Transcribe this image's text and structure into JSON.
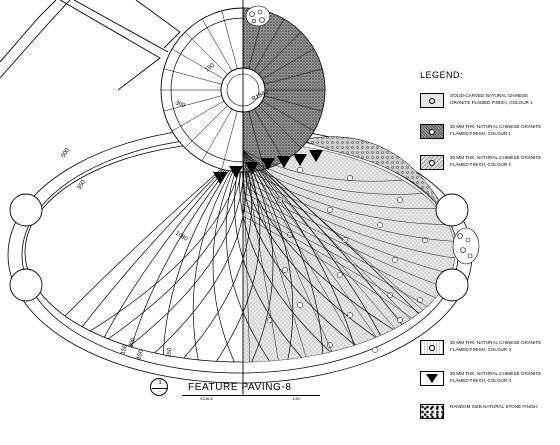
{
  "title": {
    "ref_number": "1",
    "ref_sub": "-",
    "text": "FEATURE PAVING-8",
    "scale_label": "SCALE",
    "scale_value": "1:50"
  },
  "legend": {
    "heading": "LEGEND:",
    "items": [
      {
        "text": "SOLID-CARVED NATURAL CHINESE GRANITE FLAMED FINISH, COLOUR 1",
        "pattern": "dot"
      },
      {
        "text": "30 MM THK. NATURAL CHINESE GRANITE FLAMED FINISH, COLOUR 1",
        "pattern": "dark"
      },
      {
        "text": "30 MM THK. NATURAL CHINESE GRANITE FLAMED FINISH, COLOUR 2",
        "pattern": "mid"
      },
      {
        "text": "30 MM THK. NATURAL CHINESE GRANITE FLAMED FINISH, COLOUR 3",
        "pattern": "light"
      },
      {
        "text": "30 MM THK. NATURAL CHINESE GRANITE FLAMED FINISH, COLOUR 4",
        "pattern": "chevron"
      },
      {
        "text": "RANDOM SIZE NATURAL STONE FINISH",
        "pattern": "stone"
      }
    ]
  },
  "dimensions": {
    "radius_outer": "R1840",
    "d_left_1": "500",
    "d_left_2": "350",
    "d_center": "1080",
    "d_bottom_1": "150",
    "d_bottom_2": "300",
    "d_bottom_3": "150",
    "d_bottom_4": "150",
    "d_top_1": "300",
    "d_top_2": "150"
  },
  "colors": {
    "line": "#000000",
    "paper": "#ffffff"
  }
}
